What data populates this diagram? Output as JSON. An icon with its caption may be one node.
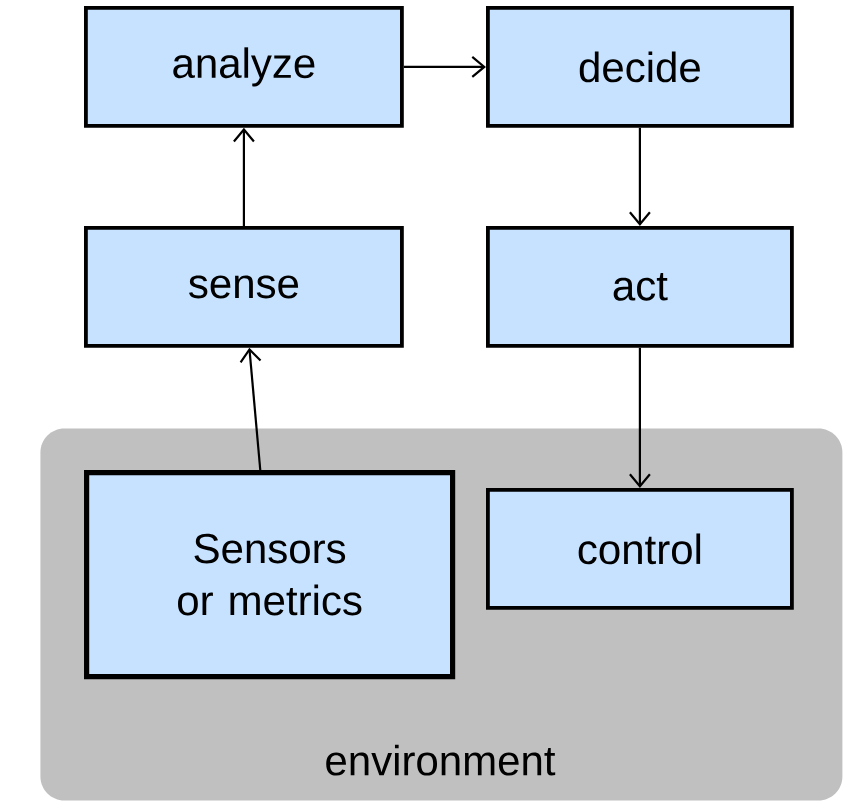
{
  "diagram": {
    "nodes": [
      {
        "text": [
          "analyze"
        ]
      },
      {
        "text": [
          "decide"
        ]
      },
      {
        "text": [
          "sense"
        ]
      },
      {
        "text": [
          "act"
        ]
      },
      {
        "text": [
          "environment"
        ]
      },
      {
        "text": [
          "Sensors or metrics"
        ],
        "in": 4
      },
      {
        "text": [
          "control"
        ],
        "in": 4
      }
    ],
    "edges": [
      {
        "from": 2,
        "to": 0,
        "arrow": "to"
      },
      {
        "from": 0,
        "to": 1,
        "arrow": "to"
      },
      {
        "from": 1,
        "to": 3,
        "arrow": "to"
      },
      {
        "from": 5,
        "to": 2,
        "arrow": "to"
      },
      {
        "from": 3,
        "to": 6,
        "arrow": "to"
      }
    ]
  }
}
